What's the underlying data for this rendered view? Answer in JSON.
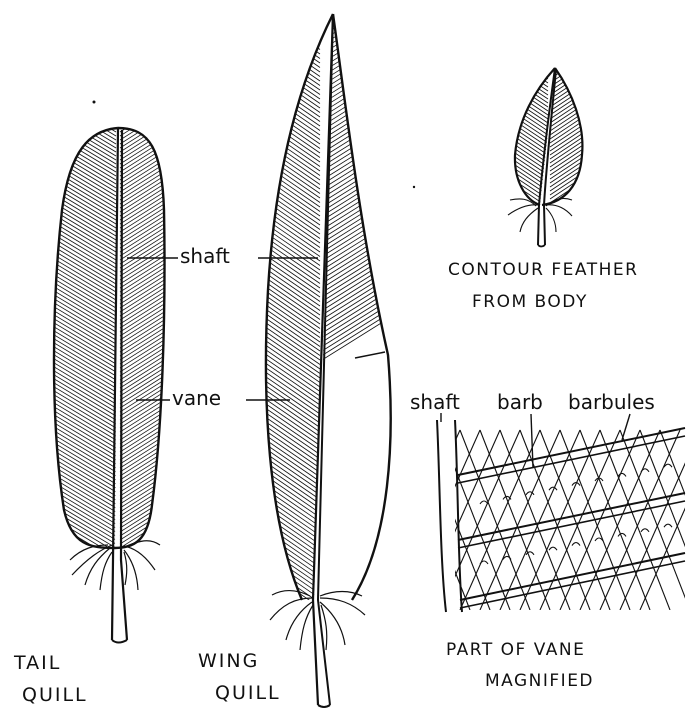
{
  "labels": {
    "shaft": "shaft",
    "vane": "vane",
    "tail_line1": "TAIL",
    "tail_line2": "QUILL",
    "wing_line1": "WING",
    "wing_line2": "QUILL",
    "contour_line1": "CONTOUR FEATHER",
    "contour_line2": "FROM BODY",
    "mag_shaft": "shaft",
    "mag_barb": "barb",
    "mag_barbules": "barbules",
    "mag_line1": "PART OF VANE",
    "mag_line2": "MAGNIFIED"
  },
  "colors": {
    "ink": "#111111",
    "paper": "#ffffff"
  }
}
